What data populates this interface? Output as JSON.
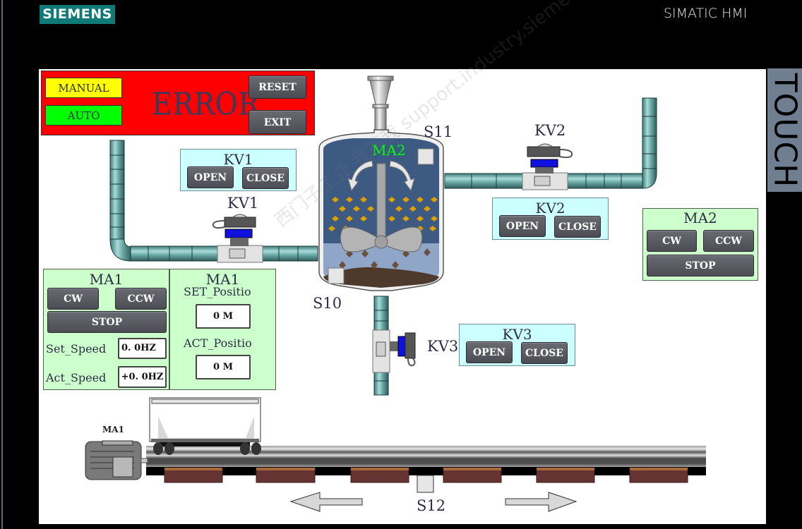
{
  "header": {
    "brand": "SIEMENS",
    "product": "SIMATIC HMI",
    "side_label": "TOUCH"
  },
  "status_panel": {
    "manual_label": "MANUAL",
    "auto_label": "AUTO",
    "status_text": "ERROR",
    "reset_label": "RESET",
    "exit_label": "EXIT",
    "colors": {
      "panel": "#ff0000",
      "manual": "#ffff00",
      "auto": "#00ff00"
    }
  },
  "kv1_panel": {
    "title": "KV1",
    "open_label": "OPEN",
    "close_label": "CLOSE"
  },
  "kv2_panel": {
    "title": "KV2",
    "open_label": "OPEN",
    "close_label": "CLOSE"
  },
  "kv3_panel": {
    "title": "KV3",
    "open_label": "OPEN",
    "close_label": "CLOSE"
  },
  "ma2_panel": {
    "title": "MA2",
    "cw_label": "CW",
    "ccw_label": "CCW",
    "stop_label": "STOP"
  },
  "ma1_panel": {
    "title": "MA1",
    "cw_label": "CW",
    "ccw_label": "CCW",
    "stop_label": "STOP",
    "set_speed_label": "Set_Speed",
    "set_speed_value": "0. 0HZ",
    "act_speed_label": "Act_Speed",
    "act_speed_value": "+0. 0HZ"
  },
  "ma1_position_panel": {
    "title": "MA1",
    "set_position_label": "SET_Positio",
    "set_position_value": "0  M",
    "act_position_label": "ACT_Positio",
    "act_position_value": "0  M"
  },
  "process": {
    "valve_kv1_tag": "KV1",
    "valve_kv2_tag": "KV2",
    "valve_kv3_tag": "KV3",
    "mixer_tag": "MA2",
    "sensor_s10_tag": "S10",
    "sensor_s11_tag": "S11",
    "sensor_s12_tag": "S12",
    "motor_ma1_tag": "MA1",
    "mixer_tag_color": "#00ff00"
  },
  "watermark": "西门子工业 我答我  support.industry.siemens.com/cs"
}
